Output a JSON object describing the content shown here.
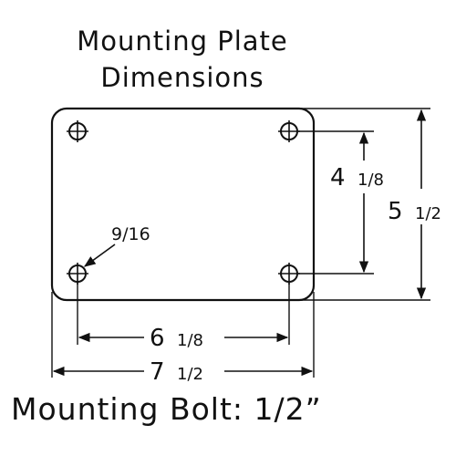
{
  "title": {
    "line1": "Mounting Plate",
    "line2": "Dimensions"
  },
  "dimensions": {
    "bottom_outer": {
      "whole": "7",
      "fraction": "1/2"
    },
    "bottom_inner": {
      "whole": "6",
      "fraction": "1/8"
    },
    "right_outer": {
      "whole": "5",
      "fraction": "1/2"
    },
    "right_inner": {
      "whole": "4",
      "fraction": "1/8"
    },
    "hole_diameter": "9/16"
  },
  "footer": {
    "label": "Mounting Bolt: 1/2”"
  },
  "colors": {
    "line": "#111111",
    "background": "#ffffff"
  },
  "icons": {
    "bolt_hole": "crosshair-circle-icon"
  }
}
